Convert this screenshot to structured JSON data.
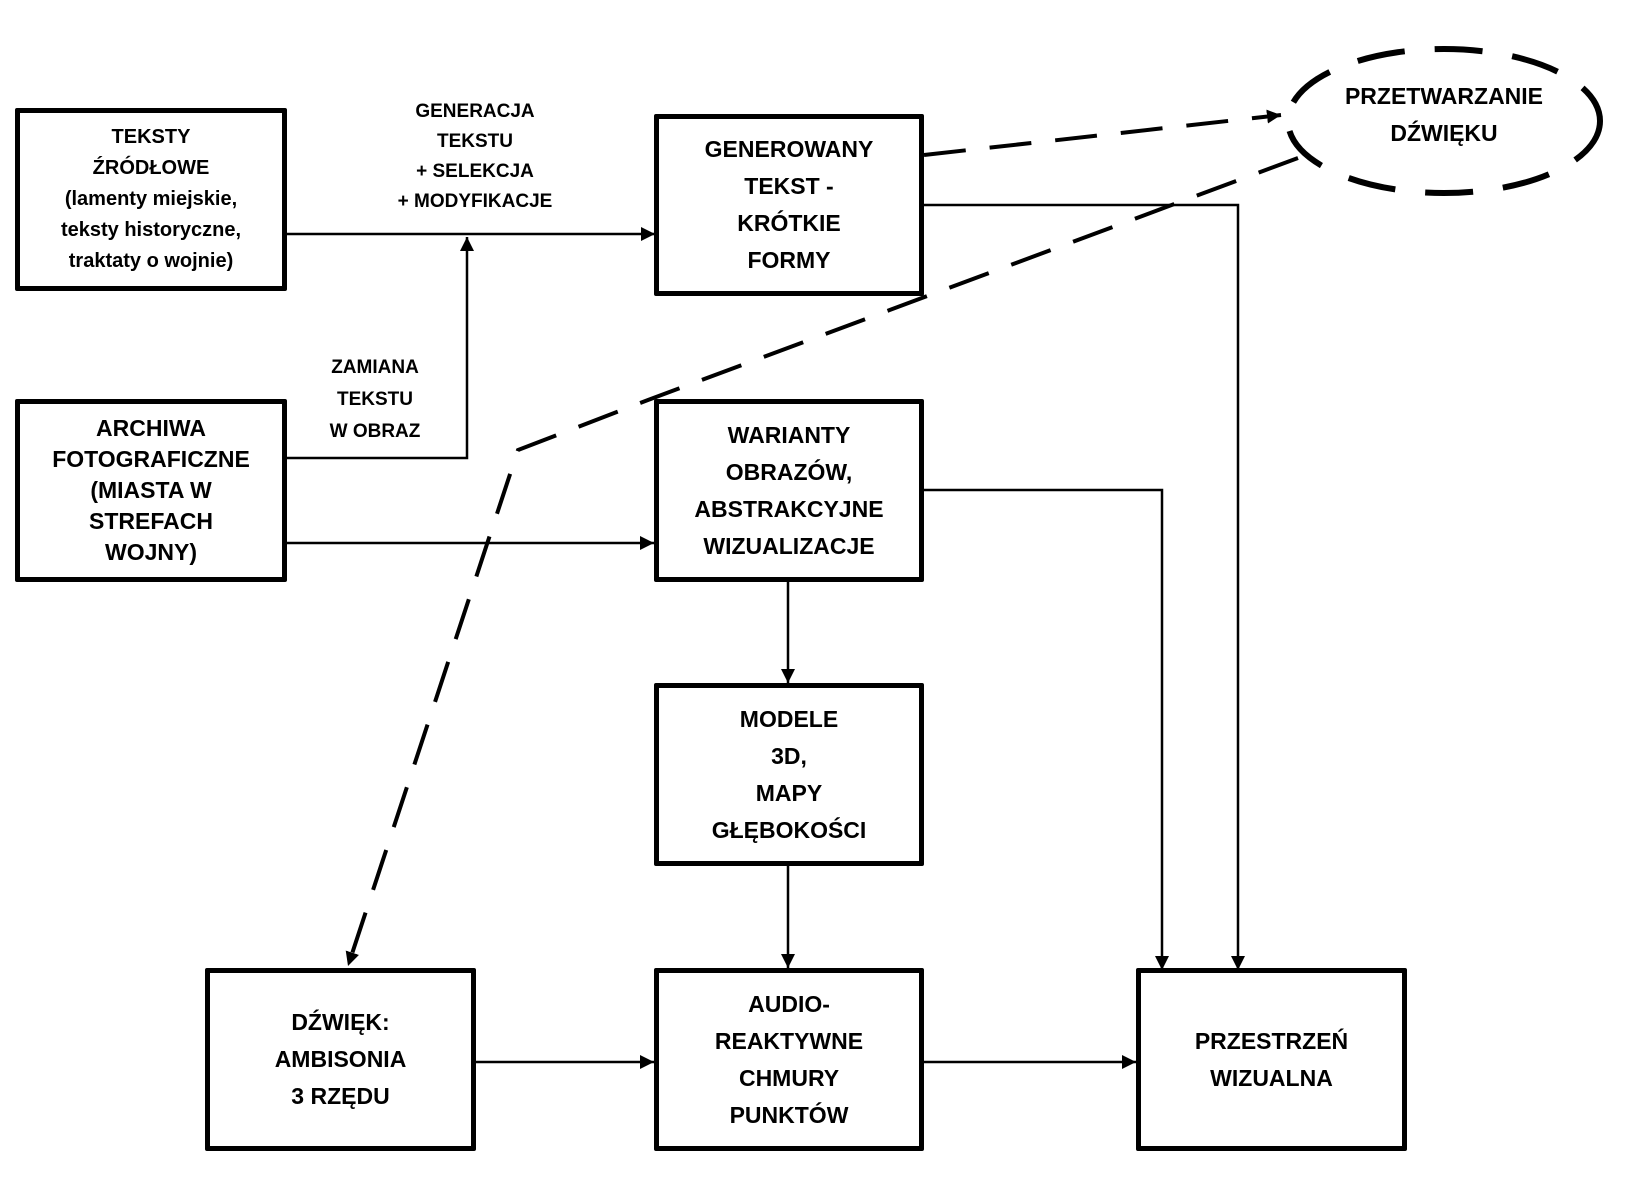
{
  "diagram": {
    "nodes": {
      "source_texts": {
        "lines": [
          "TEKSTY",
          "ŹRÓDŁOWE",
          "(lamenty miejskie,",
          "teksty historyczne,",
          "traktaty o wojnie)"
        ]
      },
      "photo_archives": {
        "lines": [
          "ARCHIWA",
          "FOTOGRAFICZNE",
          "(MIASTA W",
          "STREFACH",
          "WOJNY)"
        ]
      },
      "generated_text": {
        "lines": [
          "GENEROWANY",
          "TEKST -",
          "KRÓTKIE",
          "FORMY"
        ]
      },
      "image_variants": {
        "lines": [
          "WARIANTY",
          "OBRAZÓW,",
          "ABSTRAKCYJNE",
          "WIZUALIZACJE"
        ]
      },
      "models_3d": {
        "lines": [
          "MODELE",
          "3D,",
          "MAPY",
          "GŁĘBOKOŚCI"
        ]
      },
      "sound_ambisonics": {
        "lines": [
          "DŹWIĘK:",
          "AMBISONIA",
          "3 RZĘDU"
        ]
      },
      "point_clouds": {
        "lines": [
          "AUDIO-",
          "REAKTYWNE",
          "CHMURY",
          "PUNKTÓW"
        ]
      },
      "visual_space": {
        "lines": [
          "PRZESTRZEŃ",
          "WIZUALNA"
        ]
      },
      "sound_processing": {
        "lines": [
          "PRZETWARZANIE",
          "DŹWIĘKU"
        ],
        "shape": "dashed-ellipse"
      }
    },
    "edge_labels": {
      "text_generation": {
        "lines": [
          "GENERACJA",
          "TEKSTU",
          "+ SELEKCJA",
          "+ MODYFIKACJE"
        ]
      },
      "text_to_image": {
        "lines": [
          "ZAMIANA",
          "TEKSTU",
          "W OBRAZ"
        ]
      }
    },
    "edges": [
      {
        "from": "source_texts",
        "to": "generated_text",
        "style": "solid"
      },
      {
        "from": "photo_archives",
        "to": "generated_text",
        "style": "solid",
        "via": "text_to_image"
      },
      {
        "from": "photo_archives",
        "to": "image_variants",
        "style": "solid"
      },
      {
        "from": "generated_text",
        "to": "sound_processing",
        "style": "dashed"
      },
      {
        "from": "sound_processing",
        "to": "sound_ambisonics",
        "style": "dashed"
      },
      {
        "from": "generated_text",
        "to": "visual_space",
        "style": "solid"
      },
      {
        "from": "image_variants",
        "to": "visual_space",
        "style": "solid"
      },
      {
        "from": "image_variants",
        "to": "models_3d",
        "style": "solid"
      },
      {
        "from": "models_3d",
        "to": "point_clouds",
        "style": "solid"
      },
      {
        "from": "sound_ambisonics",
        "to": "point_clouds",
        "style": "solid"
      },
      {
        "from": "point_clouds",
        "to": "visual_space",
        "style": "solid"
      }
    ]
  }
}
